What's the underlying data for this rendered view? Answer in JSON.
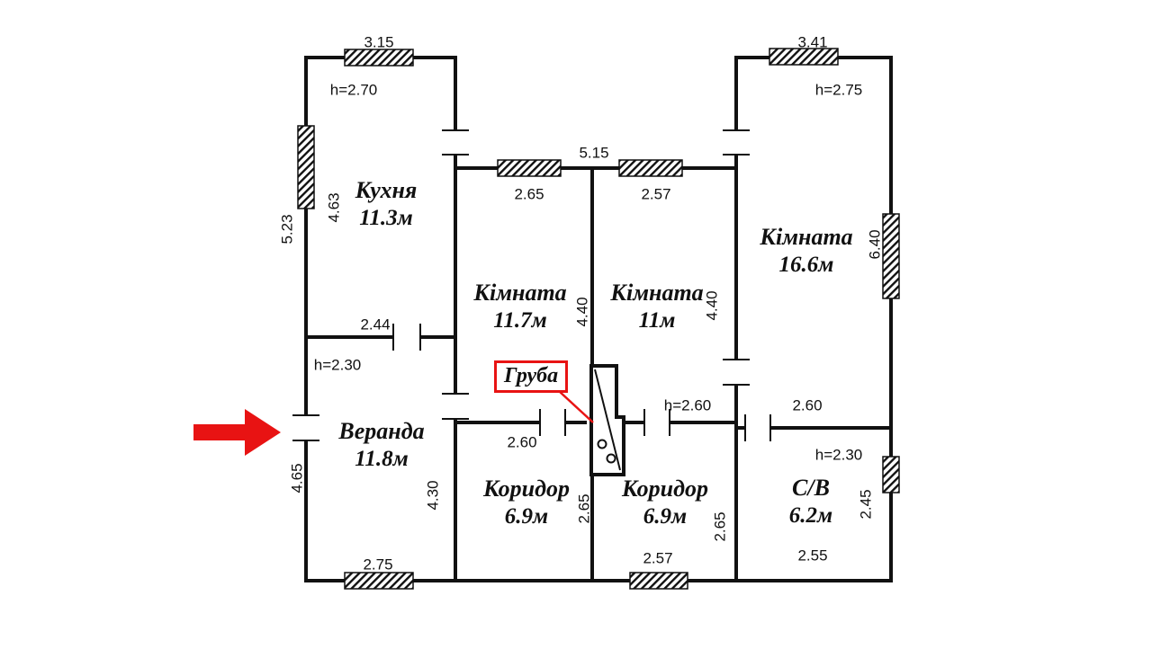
{
  "colors": {
    "wall": "#111111",
    "accent_red": "#e81313"
  },
  "stove_label": "Груба",
  "rooms": {
    "kitchen": {
      "name": "Кухня",
      "area": "11.3м"
    },
    "veranda": {
      "name": "Веранда",
      "area": "11.8м"
    },
    "room1": {
      "name": "Кімната",
      "area": "11.7м"
    },
    "room2": {
      "name": "Кімната",
      "area": "11м"
    },
    "room3": {
      "name": "Кімната",
      "area": "16.6м"
    },
    "corridor1": {
      "name": "Коридор",
      "area": "6.9м"
    },
    "corridor2": {
      "name": "Коридор",
      "area": "6.9м"
    },
    "bathroom": {
      "name": "С/В",
      "area": "6.2м"
    }
  },
  "dimensions": {
    "kitchen_width_top": "3.15",
    "kitchen_height": "h=2.70",
    "left_outer": "5.23",
    "kitchen_inner_left": "4.63",
    "kitchen_bottom": "2.44",
    "veranda_height": "h=2.30",
    "veranda_left": "4.65",
    "veranda_bottom": "2.75",
    "middle_top": "5.15",
    "room1_top": "2.65",
    "room2_top": "2.57",
    "room1_side": "4.40",
    "room2_side": "4.40",
    "room2_height": "h=2.60",
    "corridor1_top": "2.60",
    "corridor1_left": "4.30",
    "corridor1_right": "2.65",
    "corridor2_right": "2.65",
    "corridor2_bottom": "2.57",
    "room3_top": "3.41",
    "room3_height": "h=2.75",
    "room3_right": "6.40",
    "room3_bottom": "2.60",
    "bathroom_height": "h=2.30",
    "bathroom_right": "2.45",
    "bathroom_bottom": "2.55"
  }
}
